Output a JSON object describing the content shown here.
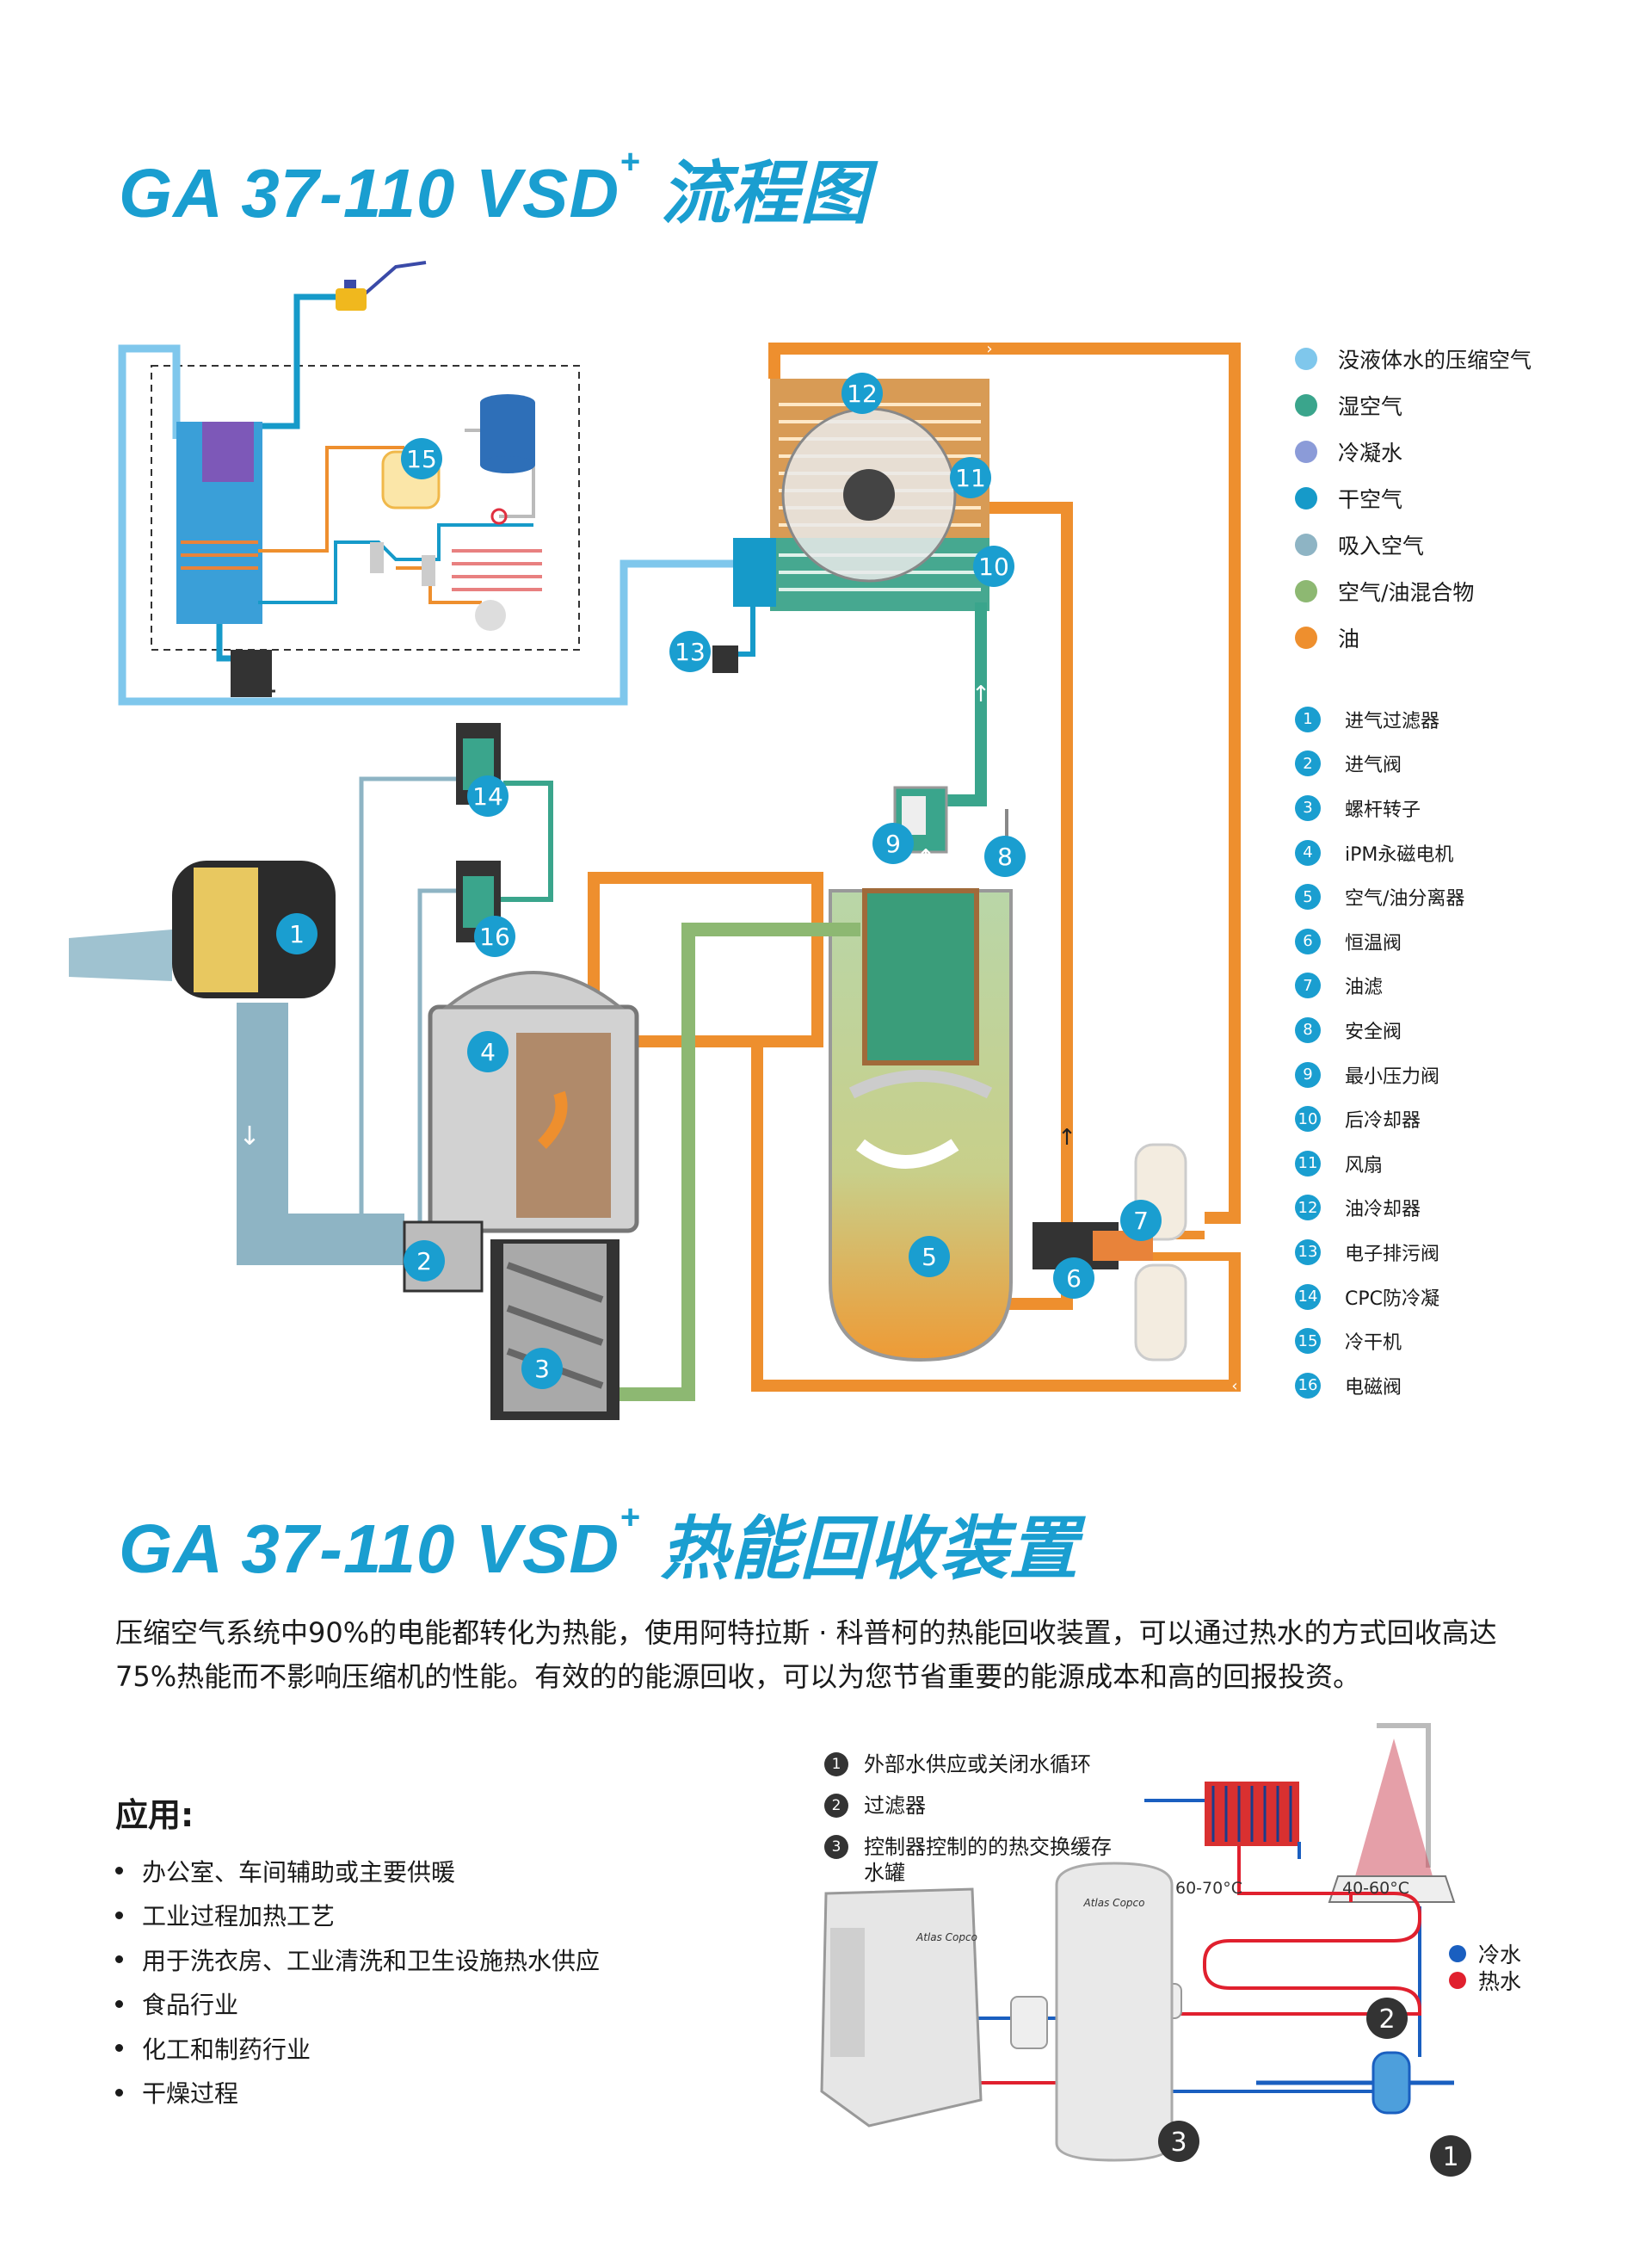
{
  "title1": {
    "main": "GA 37-110 VSD",
    "sup": "+",
    "suffix": " 流程图"
  },
  "title2": {
    "main": "GA 37-110 VSD",
    "sup": "+",
    "suffix": " 热能回收装置"
  },
  "legend": [
    {
      "label": "没液体水的压缩空气",
      "color": "#7fc7ec"
    },
    {
      "label": "湿空气",
      "color": "#3aa58c"
    },
    {
      "label": "冷凝水",
      "color": "#8b9bd8"
    },
    {
      "label": "干空气",
      "color": "#169ac9"
    },
    {
      "label": "吸入空气",
      "color": "#8eb4c4"
    },
    {
      "label": "空气/油混合物",
      "color": "#8db872"
    },
    {
      "label": "油",
      "color": "#ee8f2e"
    }
  ],
  "components": [
    {
      "num": "1",
      "label": "进气过滤器"
    },
    {
      "num": "2",
      "label": "进气阀"
    },
    {
      "num": "3",
      "label": "螺杆转子"
    },
    {
      "num": "4",
      "label": "iPM永磁电机"
    },
    {
      "num": "5",
      "label": "空气/油分离器"
    },
    {
      "num": "6",
      "label": "恒温阀"
    },
    {
      "num": "7",
      "label": "油滤"
    },
    {
      "num": "8",
      "label": "安全阀"
    },
    {
      "num": "9",
      "label": "最小压力阀"
    },
    {
      "num": "10",
      "label": "后冷却器"
    },
    {
      "num": "11",
      "label": "风扇"
    },
    {
      "num": "12",
      "label": "油冷却器"
    },
    {
      "num": "13",
      "label": "电子排污阀"
    },
    {
      "num": "14",
      "label": "CPC防冷凝"
    },
    {
      "num": "15",
      "label": "冷干机"
    },
    {
      "num": "16",
      "label": "电磁阀"
    }
  ],
  "intro": "压缩空气系统中90%的电能都转化为热能，使用阿特拉斯 · 科普柯的热能回收装置，可以通过热水的方式回收高达75%热能而不影响压缩机的性能。有效的的能源回收，可以为您节省重要的能源成本和高的回报投资。",
  "applications": {
    "heading": "应用:",
    "items": [
      "办公室、车间辅助或主要供暖",
      "工业过程加热工艺",
      "用于洗衣房、工业清洗和卫生设施热水供应",
      "食品行业",
      "化工和制药行业",
      "干燥过程"
    ]
  },
  "heat_recovery": {
    "items": [
      {
        "num": "1",
        "label": "外部水供应或关闭水循环"
      },
      {
        "num": "2",
        "label": "过滤器"
      },
      {
        "num": "3",
        "label": "控制器控制的的热交换缓存水罐"
      }
    ],
    "temp_radiator": "60-70°C",
    "temp_shower": "40-60°C",
    "water_legend": [
      {
        "label": "冷水",
        "color": "#1a5fc0"
      },
      {
        "label": "热水",
        "color": "#e0202e"
      }
    ],
    "brand": "Atlas Copco"
  }
}
